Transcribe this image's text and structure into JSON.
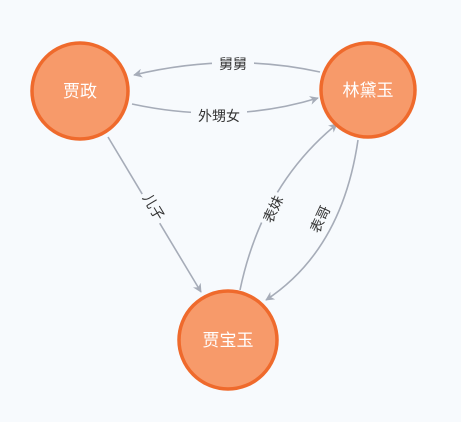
{
  "colors": {
    "node_fill": "#f79a6a",
    "node_stroke": "#ef6a2c",
    "edge": "#a6acb8",
    "background": "#f7fafd"
  },
  "nodes": {
    "jiazheng": {
      "label": "贾政"
    },
    "lindaiyu": {
      "label": "林黛玉"
    },
    "jiabaoyu": {
      "label": "贾宝玉"
    }
  },
  "edges": {
    "lin_to_jia_zheng": {
      "label": "舅舅"
    },
    "jia_zheng_to_lin": {
      "label": "外甥女"
    },
    "jia_zheng_to_bao": {
      "label": "儿子"
    },
    "bao_to_lin": {
      "label": "表妹"
    },
    "lin_to_bao": {
      "label": "表哥"
    }
  }
}
